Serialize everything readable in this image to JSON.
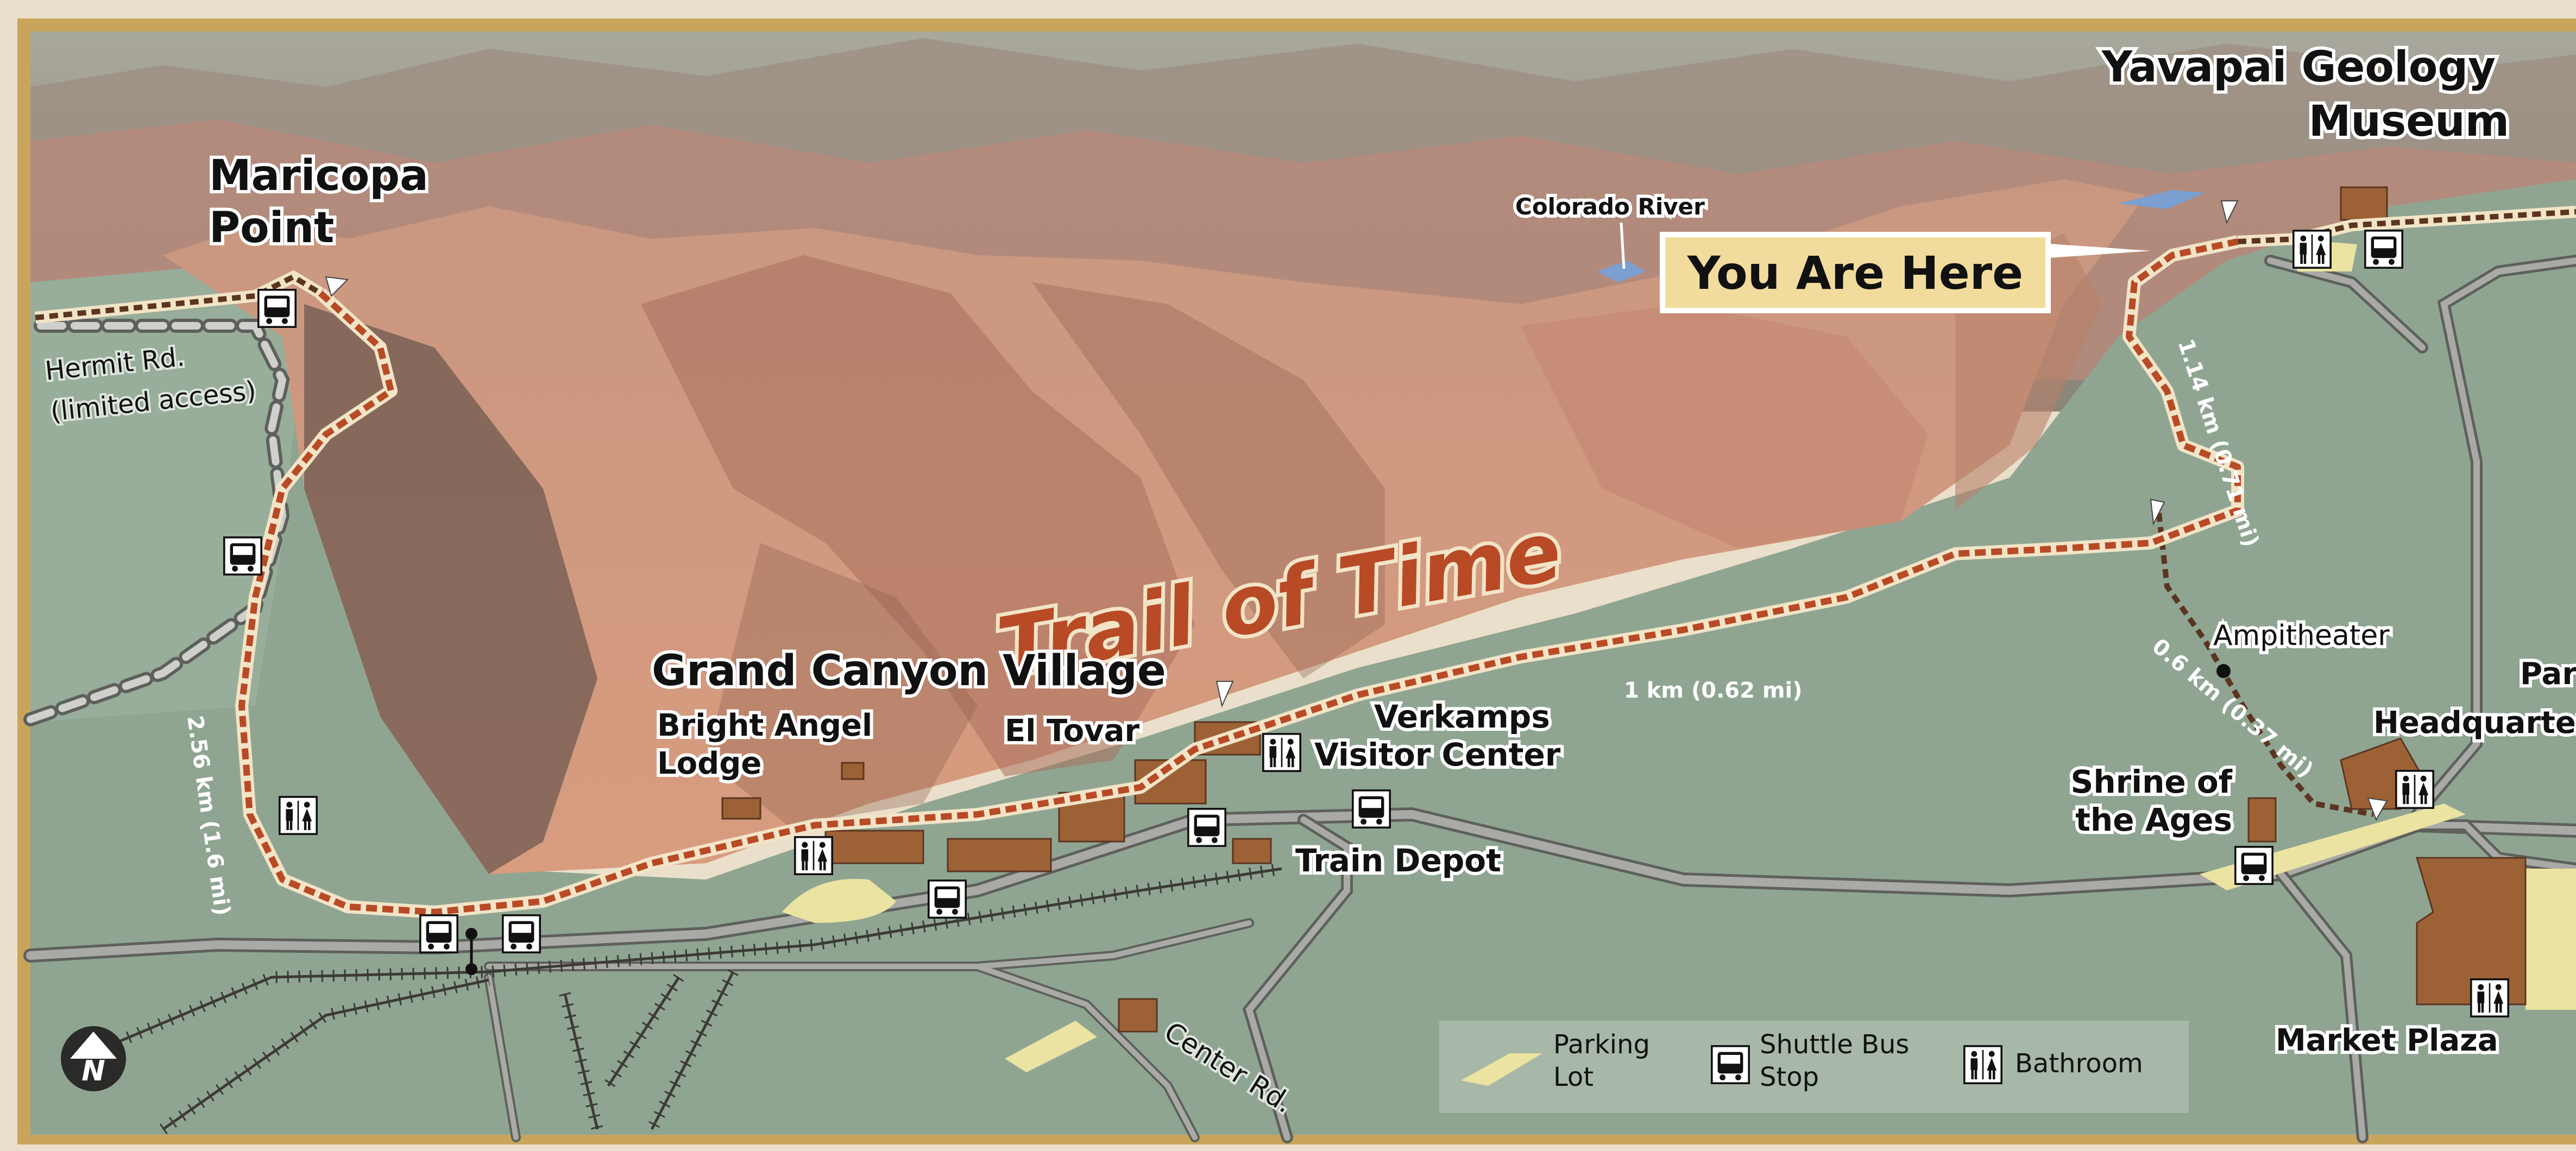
{
  "title": "Trail of Time",
  "you_are_here": "You Are Here",
  "places": {
    "maricopa_point": [
      "Maricopa",
      "Point"
    ],
    "yavapai": [
      "Yavapai Geology",
      "Museum"
    ],
    "colorado_river": "Colorado River",
    "village": "Grand Canyon Village",
    "bright_angel": [
      "Bright Angel",
      "Lodge"
    ],
    "el_tovar": "El Tovar",
    "verkamps": [
      "Verkamps",
      "Visitor Center"
    ],
    "train_depot": "Train Depot",
    "shrine": [
      "Shrine of",
      "the Ages"
    ],
    "ampitheater": "Ampitheater",
    "park_hq": [
      "Park",
      "Headquarters"
    ],
    "market_plaza": "Market Plaza"
  },
  "roads": {
    "hermit": [
      "Hermit Rd.",
      "(limited access)"
    ],
    "center": "Center Rd."
  },
  "distances": {
    "west": "2.56 km (1.6 mi)",
    "main": "1 km (0.62 mi)",
    "east": "1.14 km (0.71 mi)",
    "spur": "0.6 km (0.37 mi)"
  },
  "legend": {
    "parking": [
      "Parking",
      "Lot"
    ],
    "shuttle": [
      "Shuttle Bus",
      "Stop"
    ],
    "bathroom": "Bathroom"
  },
  "north_label": "N",
  "colors": {
    "frame": "#c9a55c",
    "border_bg": "#eadfca",
    "mountain": "#d89c7f",
    "mountain_shadow": "#8c5e4c",
    "plateau": "#8fa592",
    "trail_red": "#b84a26",
    "trail_brown": "#5b3520",
    "road": "#a9aaa6",
    "building": "#9c6236",
    "parking": "#ebe3a1",
    "sign_bg": "#f1dc9e",
    "river": "#7a9fd0"
  }
}
